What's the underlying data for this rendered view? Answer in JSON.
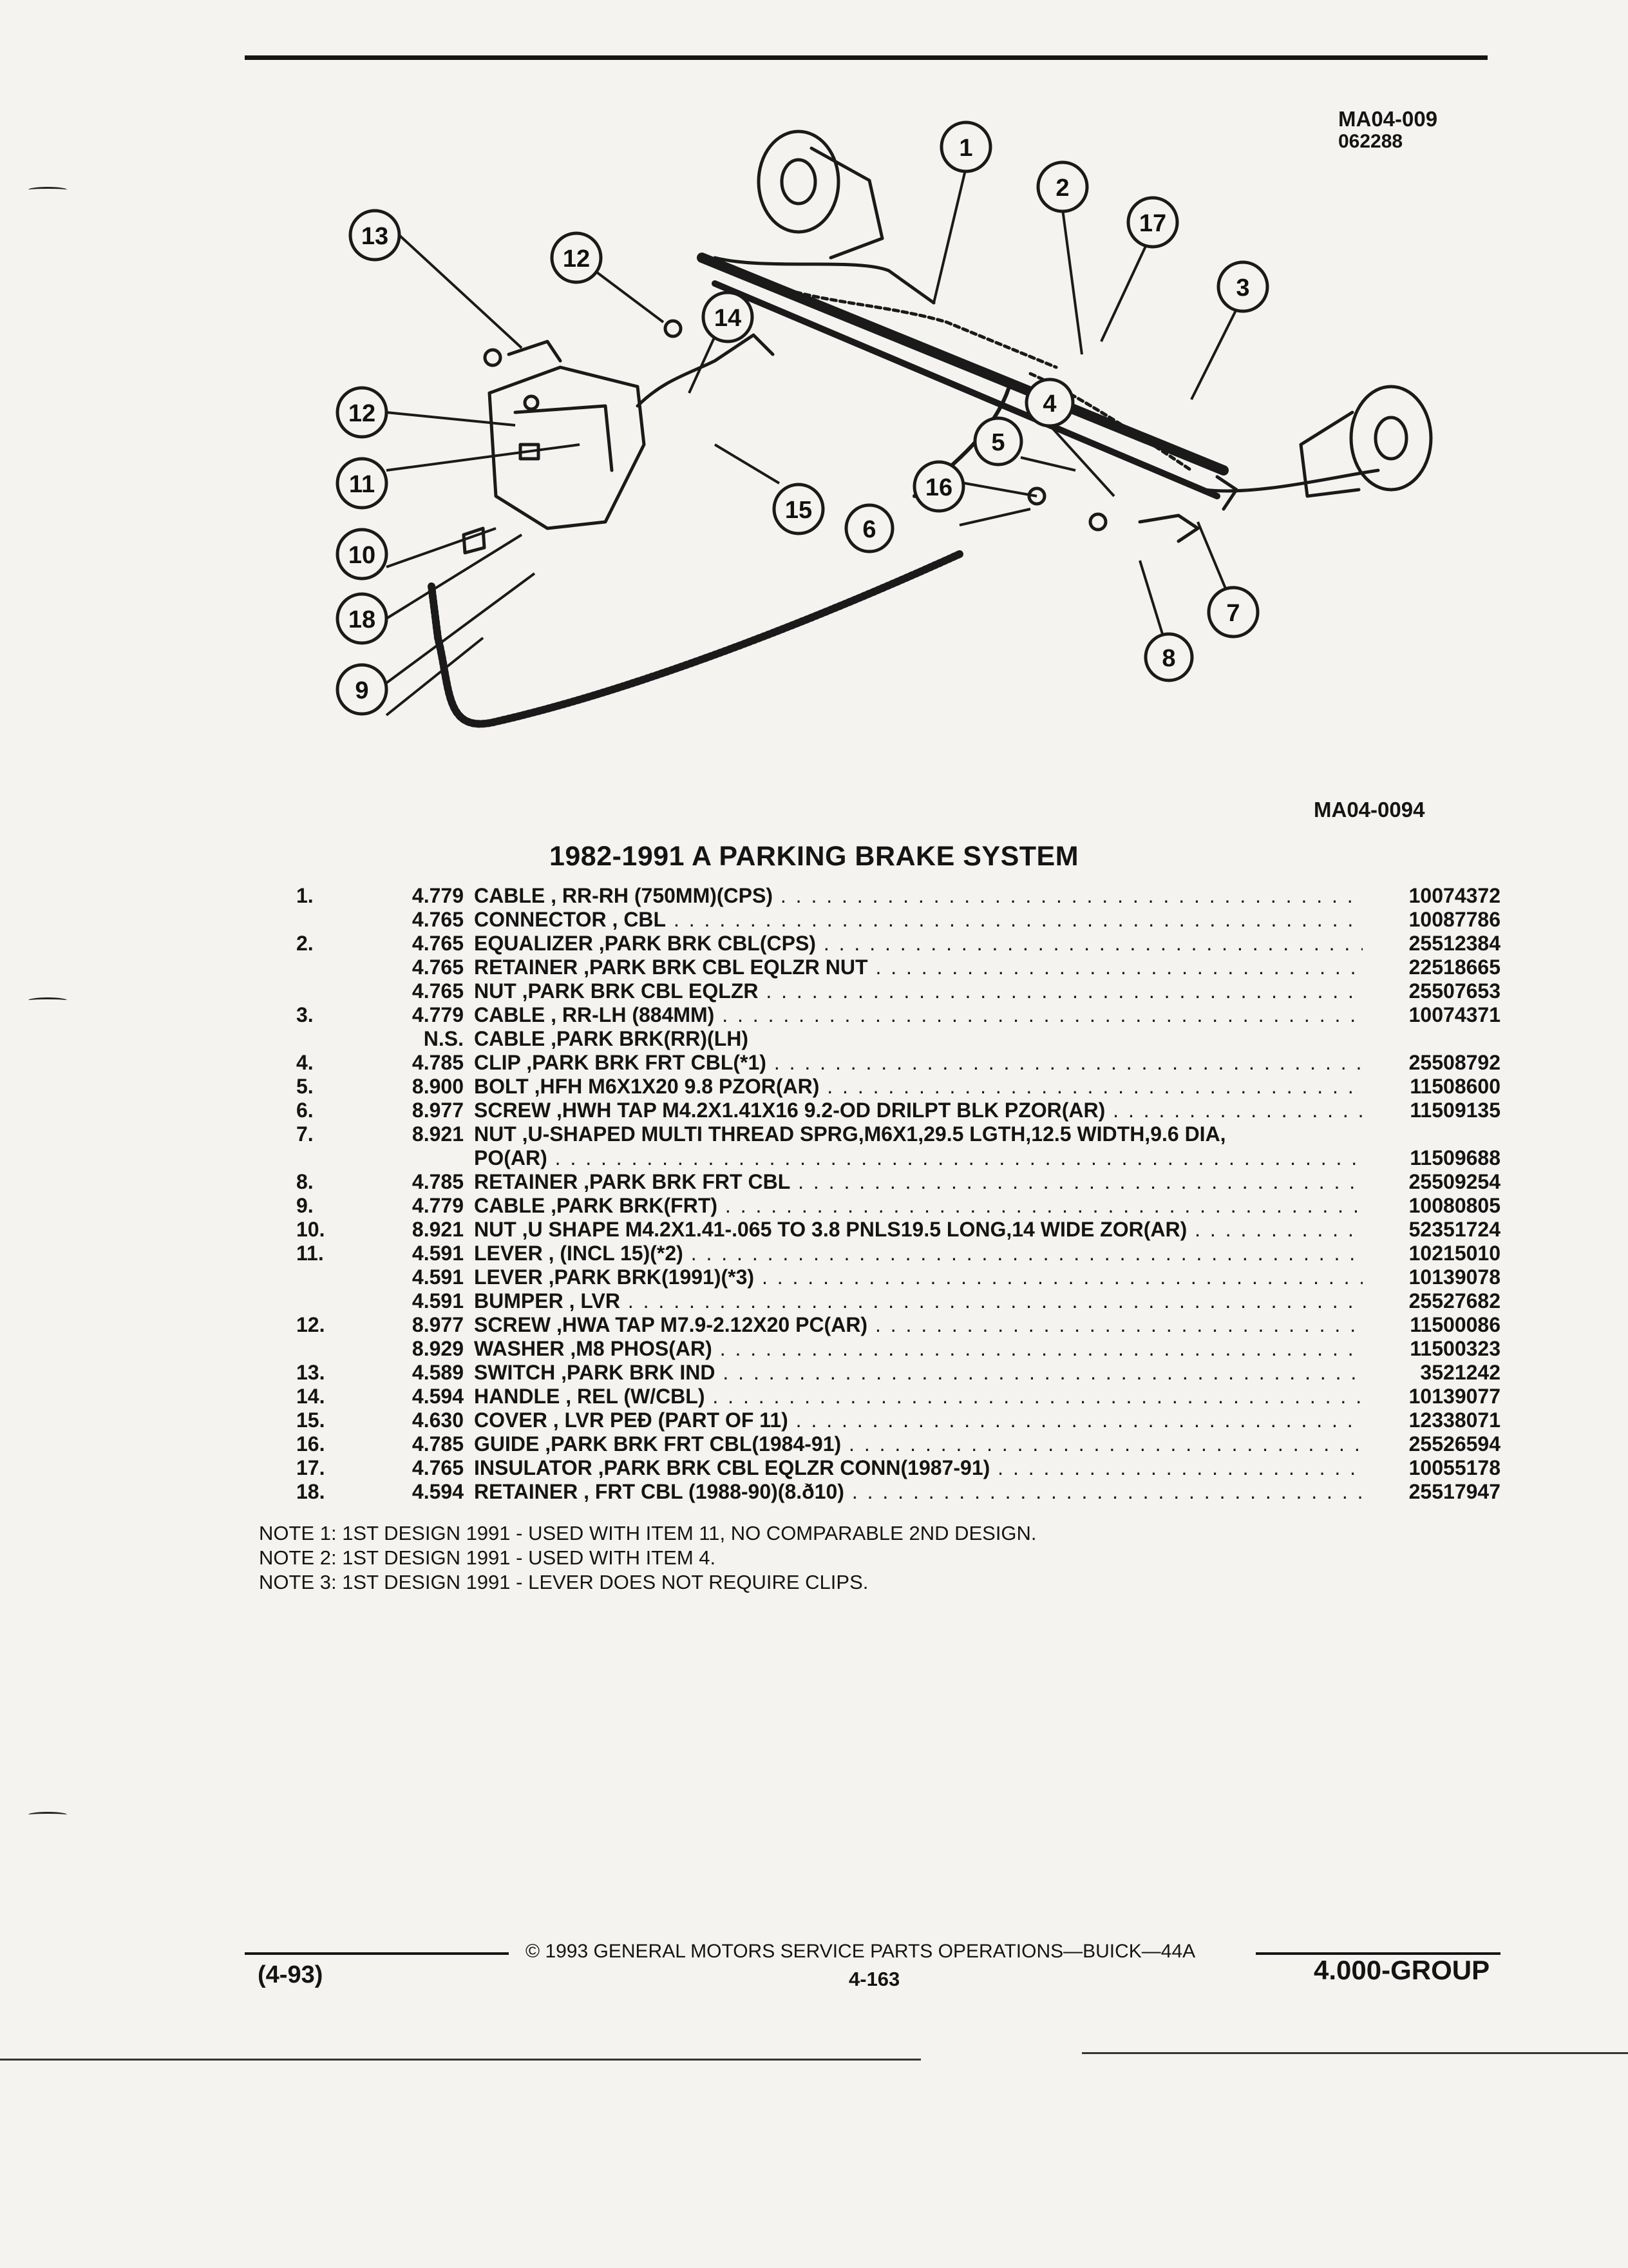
{
  "header": {
    "code": "MA04-009",
    "date_code": "062288"
  },
  "diagram": {
    "figure_code": "MA04-0094",
    "callouts": [
      "1",
      "2",
      "3",
      "4",
      "5",
      "6",
      "7",
      "8",
      "9",
      "10",
      "11",
      "12",
      "13",
      "14",
      "15",
      "16",
      "17",
      "18"
    ]
  },
  "title": "1982-1991 A PARKING BRAKE SYSTEM",
  "parts": [
    {
      "num": "1.",
      "grp": "4.779",
      "desc": "CABLE , RR-RH (750MM)(CPS)",
      "pn": "10074372"
    },
    {
      "num": "",
      "grp": "4.765",
      "desc": "CONNECTOR , CBL",
      "pn": "10087786"
    },
    {
      "num": "2.",
      "grp": "4.765",
      "desc": "EQUALIZER ,PARK BRK CBL(CPS)",
      "pn": "25512384"
    },
    {
      "num": "",
      "grp": "4.765",
      "desc": "RETAINER ,PARK BRK CBL EQLZR NUT",
      "pn": "22518665"
    },
    {
      "num": "",
      "grp": "4.765",
      "desc": "NUT ,PARK BRK CBL EQLZR",
      "pn": "25507653"
    },
    {
      "num": "3.",
      "grp": "4.779",
      "desc": "CABLE , RR-LH (884MM)",
      "pn": "10074371"
    },
    {
      "num": "",
      "grp": "N.S.",
      "desc": "CABLE ,PARK BRK(RR)(LH)",
      "pn": ""
    },
    {
      "num": "4.",
      "grp": "4.785",
      "desc": "CLIP ,PARK BRK FRT CBL(*1)",
      "pn": "25508792"
    },
    {
      "num": "5.",
      "grp": "8.900",
      "desc": "BOLT ,HFH M6X1X20 9.8 PZOR(AR)",
      "pn": "11508600"
    },
    {
      "num": "6.",
      "grp": "8.977",
      "desc": "SCREW ,HWH TAP M4.2X1.41X16 9.2-OD DRILPT BLK PZOR(AR)",
      "pn": "11509135"
    },
    {
      "num": "7.",
      "grp": "8.921",
      "desc": "NUT ,U-SHAPED MULTI THREAD SPRG,M6X1,29.5 LGTH,12.5 WIDTH,9.6 DIA,",
      "pn": ""
    },
    {
      "num": "",
      "grp": "",
      "desc": "PO(AR)",
      "pn": "11509688"
    },
    {
      "num": "8.",
      "grp": "4.785",
      "desc": "RETAINER ,PARK BRK FRT CBL",
      "pn": "25509254"
    },
    {
      "num": "9.",
      "grp": "4.779",
      "desc": "CABLE ,PARK BRK(FRT)",
      "pn": "10080805"
    },
    {
      "num": "10.",
      "grp": "8.921",
      "desc": "NUT ,U SHAPE M4.2X1.41-.065 TO 3.8 PNLS19.5 LONG,14 WIDE ZOR(AR)",
      "pn": "52351724"
    },
    {
      "num": "11.",
      "grp": "4.591",
      "desc": "LEVER , (INCL 15)(*2)",
      "pn": "10215010"
    },
    {
      "num": "",
      "grp": "4.591",
      "desc": "LEVER ,PARK BRK(1991)(*3)",
      "pn": "10139078"
    },
    {
      "num": "",
      "grp": "4.591",
      "desc": "BUMPER , LVR",
      "pn": "25527682"
    },
    {
      "num": "12.",
      "grp": "8.977",
      "desc": "SCREW ,HWA TAP M7.9-2.12X20 PC(AR)",
      "pn": "11500086"
    },
    {
      "num": "",
      "grp": "8.929",
      "desc": "WASHER ,M8 PHOS(AR)",
      "pn": "11500323"
    },
    {
      "num": "13.",
      "grp": "4.589",
      "desc": "SWITCH ,PARK BRK IND",
      "pn": "3521242"
    },
    {
      "num": "14.",
      "grp": "4.594",
      "desc": "HANDLE , REL (W/CBL)",
      "pn": "10139077"
    },
    {
      "num": "15.",
      "grp": "4.630",
      "desc": "COVER , LVR PEĐ (PART OF 11)",
      "pn": "12338071"
    },
    {
      "num": "16.",
      "grp": "4.785",
      "desc": "GUIDE ,PARK BRK FRT CBL(1984-91)",
      "pn": "25526594"
    },
    {
      "num": "17.",
      "grp": "4.765",
      "desc": "INSULATOR ,PARK BRK CBL EQLZR CONN(1987-91)",
      "pn": "10055178"
    },
    {
      "num": "18.",
      "grp": "4.594",
      "desc": "RETAINER , FRT CBL (1988-90)(8.ð10)",
      "pn": "25517947"
    }
  ],
  "notes": [
    "NOTE 1: 1ST DESIGN 1991 - USED WITH ITEM 11, NO COMPARABLE 2ND DESIGN.",
    "NOTE 2: 1ST DESIGN 1991 - USED WITH ITEM 4.",
    "NOTE 3: 1ST DESIGN 1991 - LEVER DOES NOT REQUIRE CLIPS."
  ],
  "footer": {
    "copyright": "© 1993 GENERAL MOTORS SERVICE PARTS OPERATIONS—BUICK—44A",
    "page_number": "4-163",
    "revision": "(4-93)",
    "group": "4.000-GROUP"
  }
}
